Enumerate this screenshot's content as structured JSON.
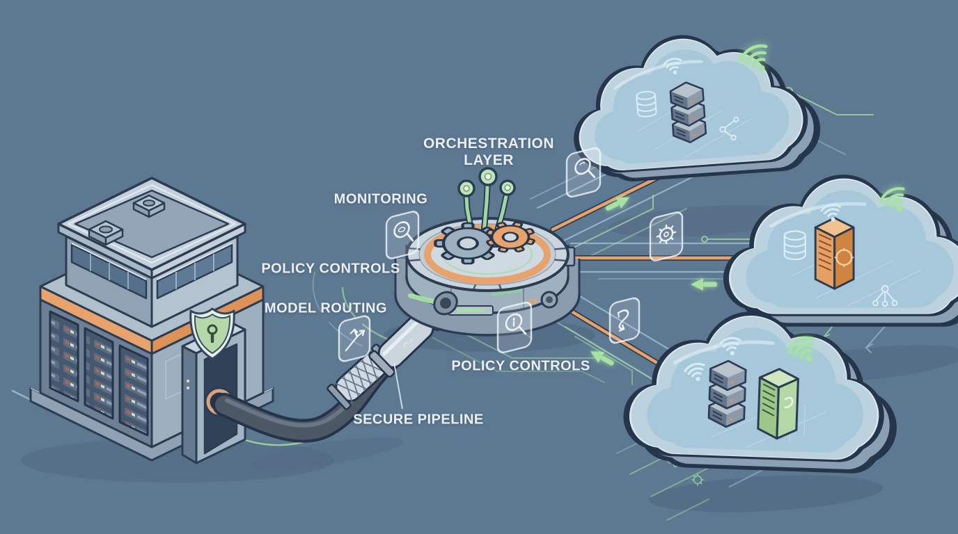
{
  "diagram": {
    "labels": {
      "orchestration_layer": {
        "line1": "ORCHESTRATION",
        "line2": "LAYER"
      },
      "monitoring": "MONITORING",
      "policy_controls_left": "POLICY CONTROLS",
      "model_routing": "MODEL ROUTING",
      "secure_pipeline": "SECURE PIPELINE",
      "policy_controls_bottom": "POLICY CONTROLS"
    },
    "card_icons": {
      "monitoring_card": "magnifier-icon",
      "model_routing_card": "branch-arrows-icon",
      "route_top_card": "magnifier-icon",
      "route_middle_card": "gear-icon",
      "route_bottom_card": "sync-arrows-icon",
      "policy_bottom_card": "magnifier-icon",
      "building_badge": "shield-lock-icon",
      "hub_top": "gears-and-circuit-pins-icon",
      "cloud_glyphs": "wifi-database-server-icons"
    },
    "colors": {
      "background": "#5d7891",
      "label_text": "#eaf0f5",
      "accent_orange": "#e8a26b",
      "accent_green": "#a8e2a2",
      "line_blue": "#a9c7dd",
      "outline": "#2c3c52",
      "metal_light": "#c9d4dd",
      "metal_mid": "#8fa1b2",
      "glass_fill": "#bdd2df",
      "panel_fill": "#a7c8da"
    }
  }
}
